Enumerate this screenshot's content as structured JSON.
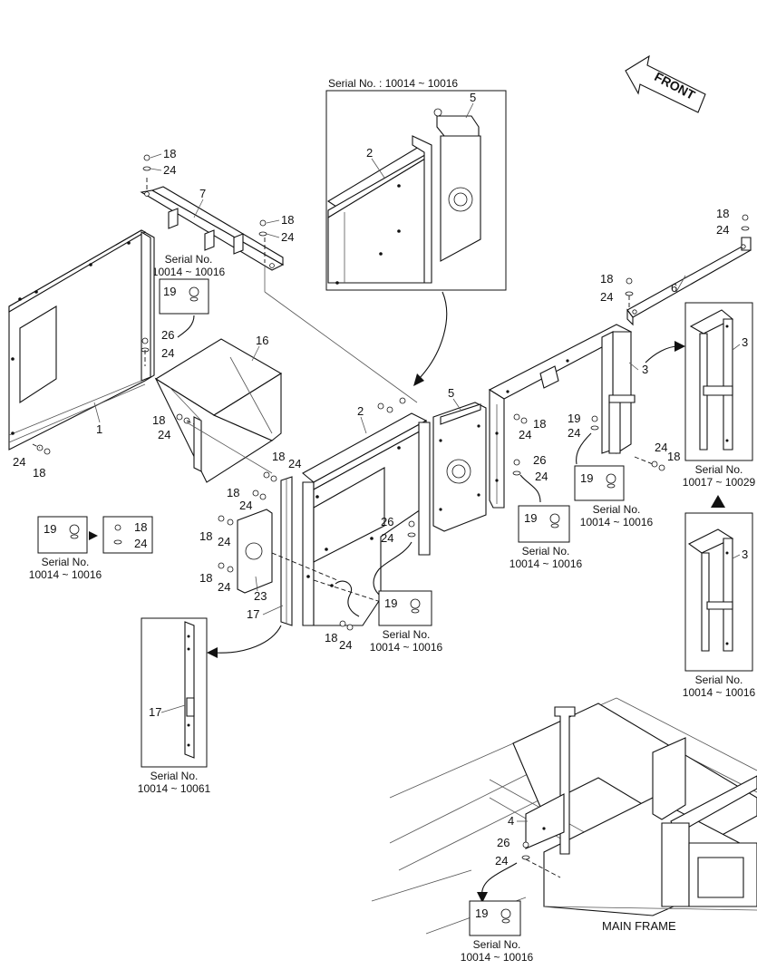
{
  "diagram": {
    "front_label": "FRONT",
    "main_frame_label": "MAIN FRAME",
    "serial_insets": {
      "top_center": "Serial No. : 10014 ~ 10016",
      "bracket_7": [
        "Serial No.",
        "10014 ~ 10016"
      ],
      "left_bolt": [
        "Serial No.",
        "10014 ~ 10016"
      ],
      "center_bolt": [
        "Serial No.",
        "10014 ~ 10016"
      ],
      "mid_bolt": [
        "Serial No.",
        "10014 ~ 10016"
      ],
      "right_bolt": [
        "Serial No.",
        "10014 ~ 10016"
      ],
      "right_upper": [
        "Serial No.",
        "10017 ~ 10029"
      ],
      "right_lower": [
        "Serial No.",
        "10014 ~ 10016"
      ],
      "left_lower": [
        "Serial No.",
        "10014 ~ 10061"
      ],
      "bottom_bolt": [
        "Serial No.",
        "10014 ~ 10016"
      ]
    },
    "part_numbers": {
      "p1": "1",
      "p2": "2",
      "p2b": "2",
      "p3": "3",
      "p3b": "3",
      "p3c": "3",
      "p4": "4",
      "p5": "5",
      "p5b": "5",
      "p6": "6",
      "p7": "7",
      "p16": "16",
      "p17": "17",
      "p17b": "17",
      "p18": "18",
      "p19": "19",
      "p23": "23",
      "p24": "24",
      "p26": "26"
    }
  }
}
